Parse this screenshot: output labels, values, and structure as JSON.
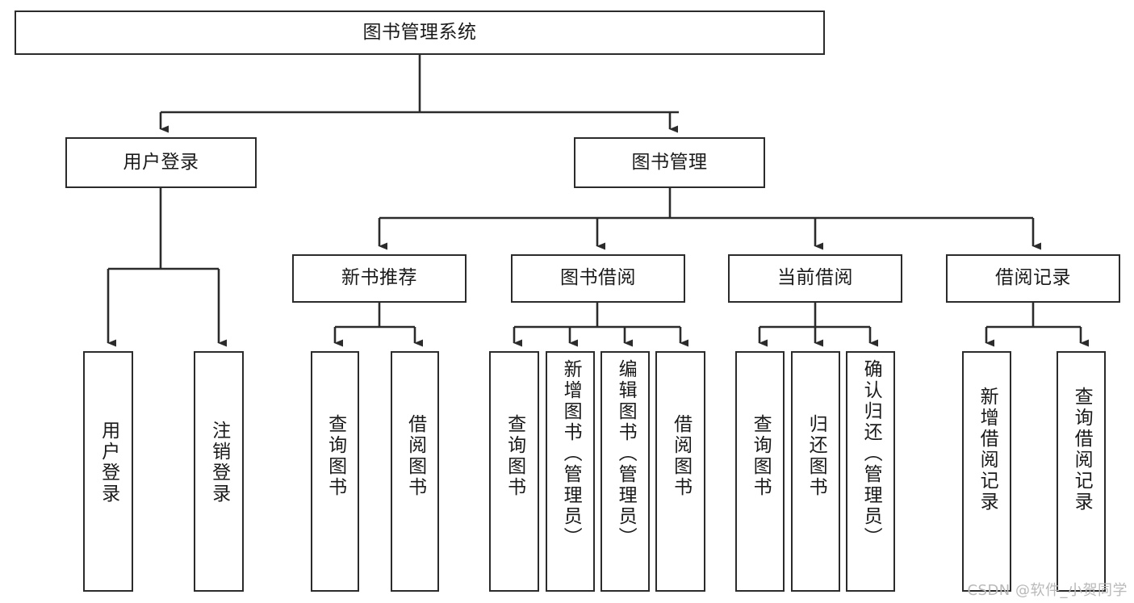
{
  "diagram": {
    "title": "图书管理系统",
    "type": "tree-hierarchy",
    "watermark": "CSDN @软件_小贺同学",
    "colors": {
      "stroke": "#2b2b2b",
      "fill": "#ffffff",
      "text": "#1a1a1a",
      "watermark": "#b9b9b9"
    },
    "root": {
      "id": "root",
      "label": "图书管理系统"
    },
    "level1": [
      {
        "id": "user-login",
        "label": "用户登录"
      },
      {
        "id": "book-management",
        "label": "图书管理"
      }
    ],
    "level2": [
      {
        "id": "new-book-recommend",
        "label": "新书推荐",
        "parent": "book-management"
      },
      {
        "id": "book-borrow",
        "label": "图书借阅",
        "parent": "book-management"
      },
      {
        "id": "current-borrow",
        "label": "当前借阅",
        "parent": "book-management"
      },
      {
        "id": "borrow-record",
        "label": "借阅记录",
        "parent": "book-management"
      }
    ],
    "leaves": [
      {
        "id": "leaf-user-login",
        "label": "用户登录",
        "parent": "user-login"
      },
      {
        "id": "leaf-logout-login",
        "label": "注销登录",
        "parent": "user-login"
      },
      {
        "id": "leaf-query-book-1",
        "label": "查询图书",
        "parent": "new-book-recommend"
      },
      {
        "id": "leaf-borrow-book-1",
        "label": "借阅图书",
        "parent": "new-book-recommend"
      },
      {
        "id": "leaf-query-book-2",
        "label": "查询图书",
        "parent": "book-borrow"
      },
      {
        "id": "leaf-add-book-admin",
        "label": "新增图书（管理员）",
        "parent": "book-borrow"
      },
      {
        "id": "leaf-edit-book-admin",
        "label": "编辑图书（管理员）",
        "parent": "book-borrow"
      },
      {
        "id": "leaf-borrow-book-2",
        "label": "借阅图书",
        "parent": "book-borrow"
      },
      {
        "id": "leaf-query-book-3",
        "label": "查询图书",
        "parent": "current-borrow"
      },
      {
        "id": "leaf-return-book",
        "label": "归还图书",
        "parent": "current-borrow"
      },
      {
        "id": "leaf-confirm-return-admin",
        "label": "确认归还（管理员）",
        "parent": "current-borrow"
      },
      {
        "id": "leaf-add-borrow-record",
        "label": "新增借阅记录",
        "parent": "borrow-record"
      },
      {
        "id": "leaf-query-borrow-record",
        "label": "查询借阅记录",
        "parent": "borrow-record"
      }
    ]
  }
}
